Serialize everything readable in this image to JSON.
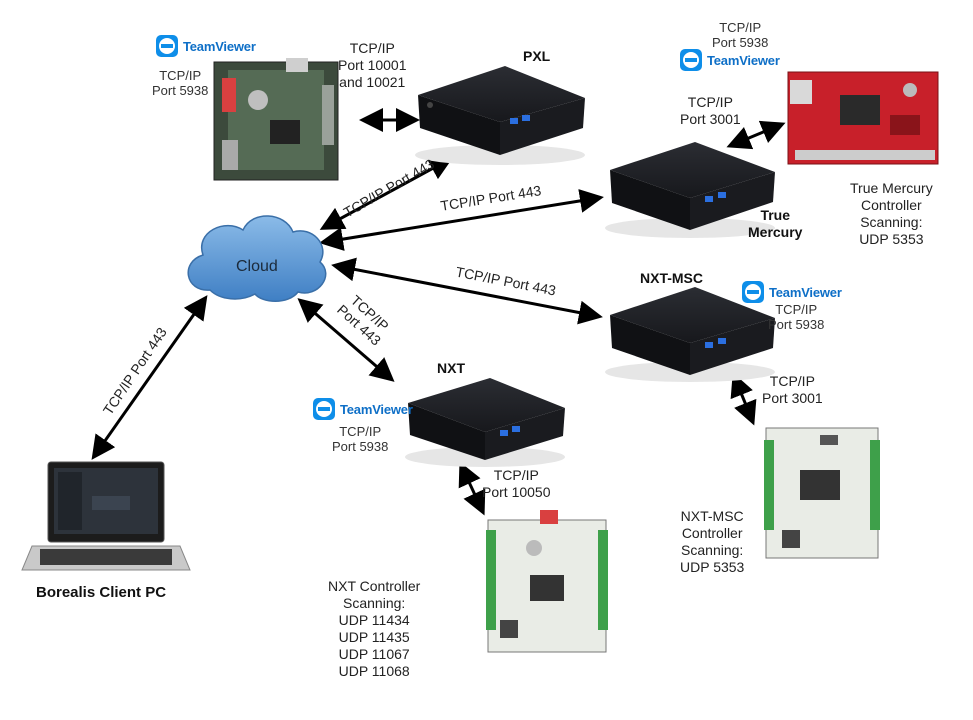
{
  "nodes": {
    "pxl": "PXL",
    "true_mercury": "True\nMercury",
    "nxt_msc": "NXT-MSC",
    "nxt": "NXT",
    "cloud": "Cloud",
    "client": "Borealis Client PC"
  },
  "teamviewer": {
    "brand": "TeamViewer",
    "top_left": "TCP/IP\nPort 5938",
    "top_right": "TCP/IP\nPort 5938",
    "nxt_msc": "TCP/IP\nPort 5938",
    "nxt": "TCP/IP\nPort 5938"
  },
  "links": {
    "pxl_controller": "TCP/IP\nPort 10001\nand 10021",
    "mercury_controller": "TCP/IP\nPort 3001",
    "msc_controller": "TCP/IP\nPort 3001",
    "nxt_controller": "TCP/IP\nPort 10050",
    "cloud_pxl": "TCP/IP Port 443",
    "cloud_mercury": "TCP/IP Port 443",
    "cloud_msc": "TCP/IP Port 443",
    "cloud_nxt": "TCP/IP\nPort 443",
    "client_cloud": "TCP/IP Port 443"
  },
  "scanning": {
    "mercury": "True Mercury\nController\nScanning:\nUDP 5353",
    "msc": "NXT-MSC\nController\nScanning:\nUDP 5353",
    "nxt": "NXT Controller\nScanning:\nUDP 11434\nUDP 11435\nUDP 11067\nUDP 11068"
  },
  "colors": {
    "cloud": "#5b9bd5",
    "mercury_board": "#c8202a",
    "board": "#e9ece6",
    "device": "#1d1e22",
    "teamviewer": "#0e8ee9"
  }
}
